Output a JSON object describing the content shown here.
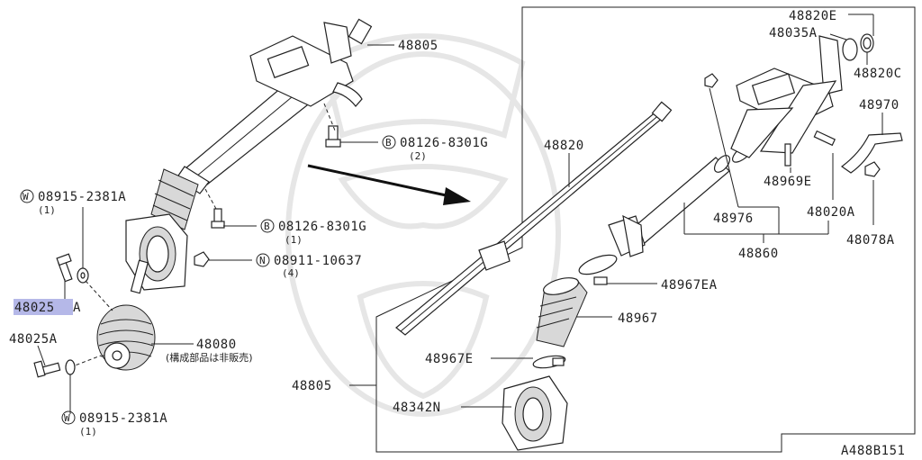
{
  "diagram_id": "A488B151",
  "parts": {
    "p48805_top": "48805",
    "p48805_bottom": "48805",
    "p48820": "48820",
    "p48820E": "48820E",
    "p48035A": "48035A",
    "p48820C": "48820C",
    "p48970": "48970",
    "p48969E": "48969E",
    "p48020A": "48020A",
    "p48078A": "48078A",
    "p48976": "48976",
    "p48860": "48860",
    "p48967EA": "48967EA",
    "p48967": "48967",
    "p48967E": "48967E",
    "p48342N": "48342N",
    "p48080": "48080",
    "p48080_note": "(構成部品は非販売)",
    "p48025A_highlight_a": "48025",
    "p48025A_highlight_b": "A",
    "p48025A_lower": "48025A"
  },
  "fasteners": {
    "b1_symbol": "B",
    "b1_code": "08126-8301G",
    "b1_qty": "(2)",
    "b2_symbol": "B",
    "b2_code": "08126-8301G",
    "b2_qty": "(1)",
    "n1_symbol": "N",
    "n1_code": "08911-10637",
    "n1_qty": "(4)",
    "w1_symbol": "W",
    "w1_code": "08915-2381A",
    "w1_qty": "(1)",
    "w2_symbol": "W",
    "w2_code": "08915-2381A",
    "w2_qty": "(1)"
  },
  "colors": {
    "highlight": "#b5b8e8",
    "ink": "#222222"
  }
}
